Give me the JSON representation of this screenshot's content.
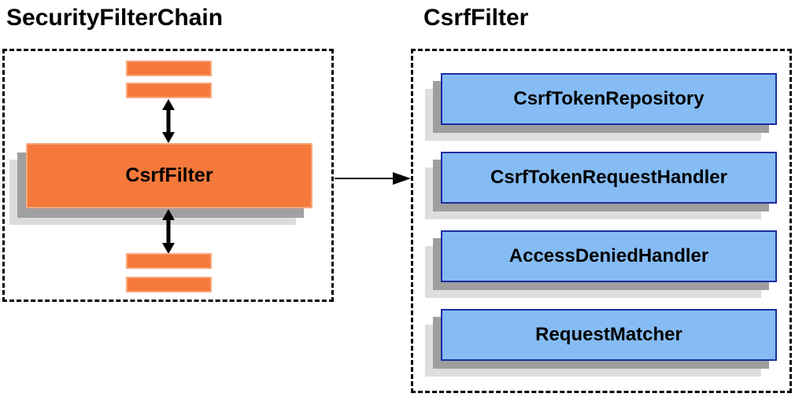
{
  "diagram": {
    "left_panel": {
      "title": "SecurityFilterChain",
      "filter_node_label": "CsrfFilter",
      "filter_bar_count": 4
    },
    "right_panel": {
      "title": "CsrfFilter",
      "components": [
        "CsrfTokenRepository",
        "CsrfTokenRequestHandler",
        "AccessDeniedHandler",
        "RequestMatcher"
      ]
    },
    "colors": {
      "orange_fill": "#F4793B",
      "orange_border": "#F9A77B",
      "blue_fill": "#85BCF4",
      "blue_border": "#1B2DA0",
      "shadow_dark": "#9E9E9E",
      "shadow_light": "#DEDEDE",
      "container_border": "#000000",
      "arrow": "#000000",
      "title_text": "#000000"
    }
  }
}
